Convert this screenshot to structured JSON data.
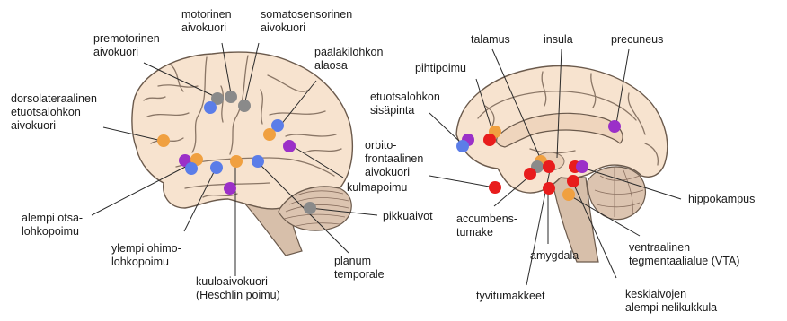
{
  "colors": {
    "orange": "#f0a040",
    "blue": "#5b7de8",
    "purple": "#9b30c8",
    "red": "#e81c1c",
    "gray": "#8a8a8a"
  },
  "labels": {
    "motorinen": [
      "motorinen",
      "aivokuori"
    ],
    "somatosensorinen": [
      "somatosensorinen",
      "aivokuori"
    ],
    "premotorinen": [
      "premotorinen",
      "aivokuori"
    ],
    "paalakilohkon": [
      "päälakilohkon",
      "alaosa"
    ],
    "dorsolateraalinen": [
      "dorsolateraalinen",
      "etuotsalohkon",
      "aivokuori"
    ],
    "kulmapoimu": [
      "kulmapoimu"
    ],
    "alempi_otsa": [
      "alempi otsa-",
      "lohkopoimu"
    ],
    "ylempi_ohimo": [
      "ylempi ohimo-",
      "lohkopoimu"
    ],
    "kuuloaivokuori": [
      "kuuloaivokuori",
      "(Heschlin poimu)"
    ],
    "planum": [
      "planum",
      "temporale"
    ],
    "pikkuaivot": [
      "pikkuaivot"
    ],
    "talamus": [
      "talamus"
    ],
    "insula": [
      "insula"
    ],
    "precuneus": [
      "precuneus"
    ],
    "pihtipoimu": [
      "pihtipoimu"
    ],
    "etuotsalohkon_sisapinta": [
      "etuotsalohkon",
      "sisäpinta"
    ],
    "orbitofrontaalinen": [
      "orbito-",
      "frontaalinen",
      "aivokuori"
    ],
    "hippokampus": [
      "hippokampus"
    ],
    "accumbens": [
      "accumbens-",
      "tumake"
    ],
    "amygdala": [
      "amygdala"
    ],
    "vta": [
      "ventraalinen",
      "tegmentaalialue (VTA)"
    ],
    "tyvitumakkeet": [
      "tyvitumakkeet"
    ],
    "keskiaivojen": [
      "keskiaivojen",
      "alempi nelikukkula"
    ]
  }
}
